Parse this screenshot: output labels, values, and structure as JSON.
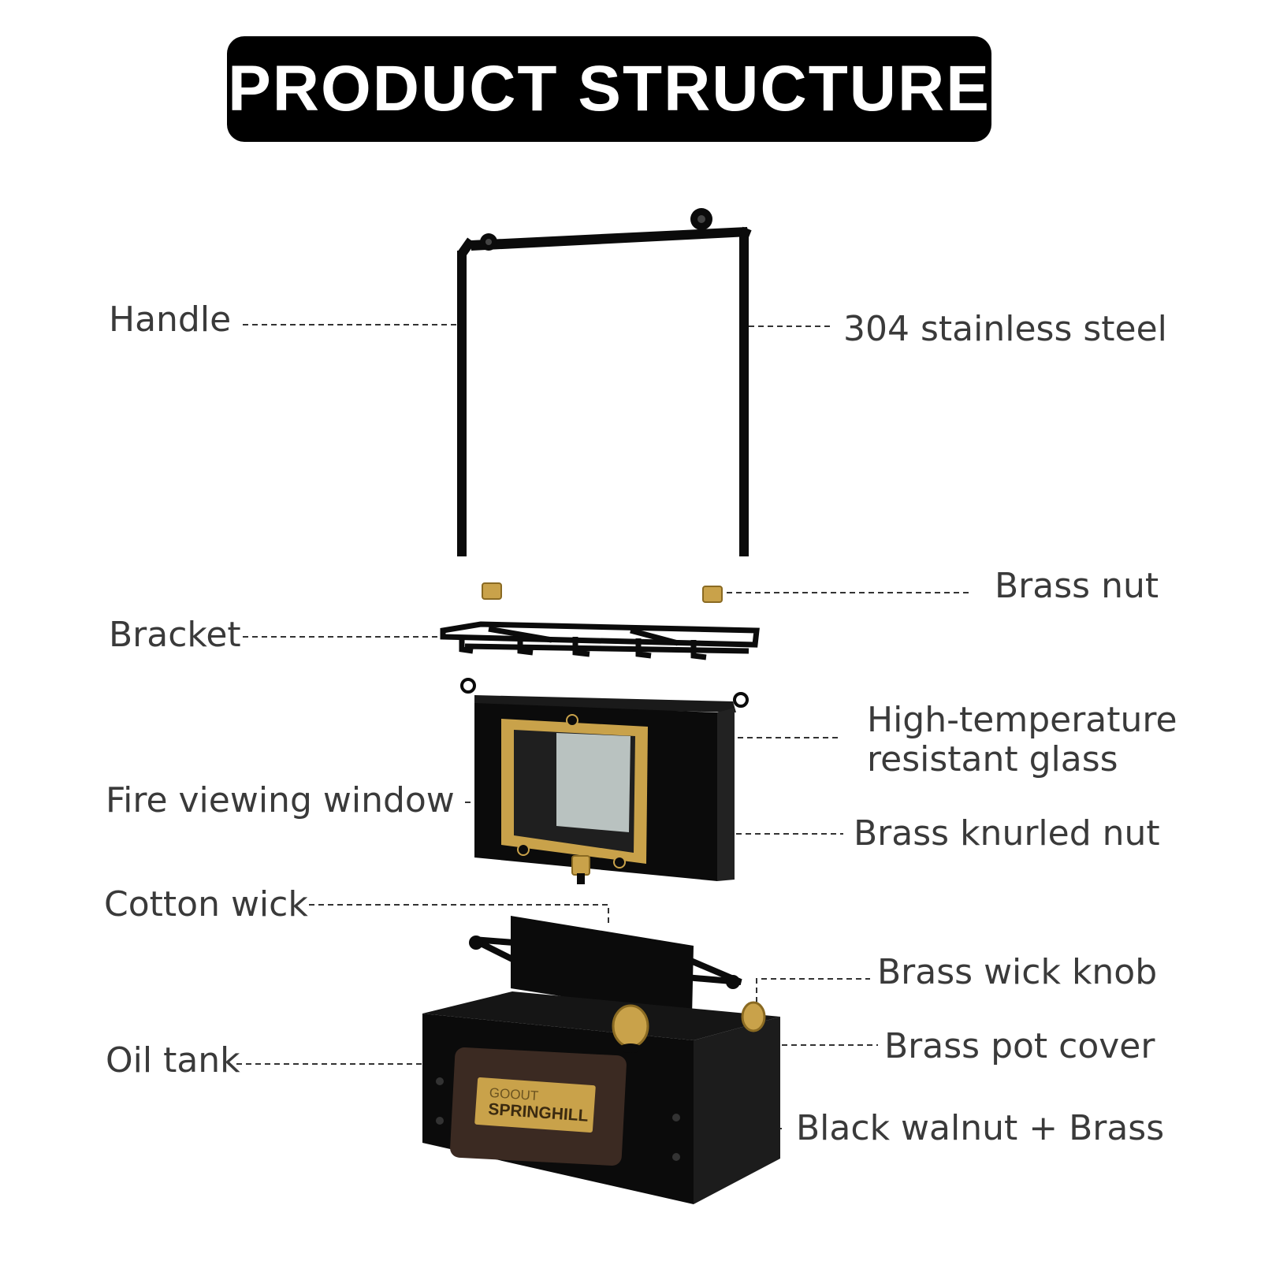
{
  "title": "PRODUCT STRUCTURE",
  "labels": {
    "handle": "Handle",
    "steel": "304 stainless steel",
    "brass_nut": "Brass nut",
    "bracket": "Bracket",
    "glass_line1": "High-temperature",
    "glass_line2": "resistant glass",
    "fire_window": "Fire viewing window",
    "knurled_nut": "Brass knurled nut",
    "cotton_wick": "Cotton wick",
    "wick_knob": "Brass wick knob",
    "oil_tank": "Oil tank",
    "pot_cover": "Brass pot cover",
    "walnut": "Black walnut + Brass"
  },
  "brand_plate": {
    "line1": "GOOUT",
    "line2": "SPRINGHILL"
  },
  "colors": {
    "metal": "#0b0b0b",
    "brass": "#c9a24a",
    "brass_dark": "#8a6a22",
    "glass": "#b9c2c0",
    "walnut": "#3b2a22",
    "label_text": "#3a3a3a",
    "leader": "#333333"
  }
}
